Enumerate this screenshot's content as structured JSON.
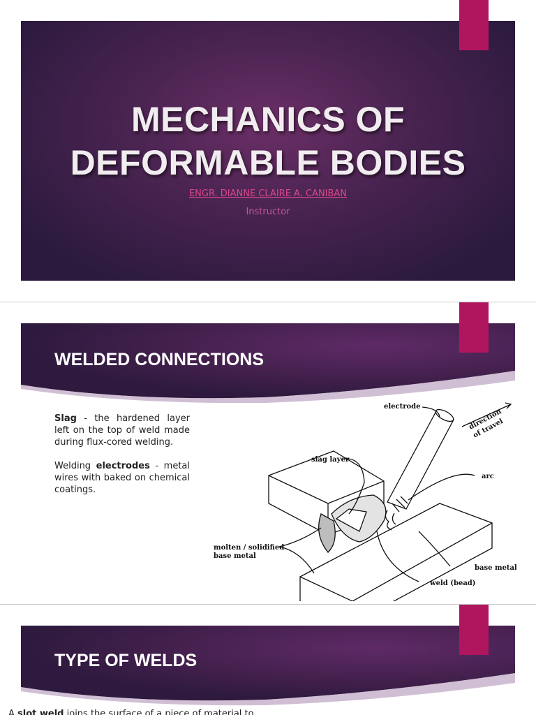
{
  "slide1": {
    "title_line1": "MECHANICS OF",
    "title_line2": "DEFORMABLE BODIES",
    "author": "ENGR. DIANNE CLAIRE A. CANIBAN",
    "role": "Instructor"
  },
  "slide2": {
    "heading": "WELDED CONNECTIONS",
    "para1": {
      "term": "Slag",
      "rest": " - the hardened layer left on the top of weld made during flux-cored welding."
    },
    "para2": {
      "lead": "Welding ",
      "term": "electrodes",
      "rest": " - metal wires with baked on chemical coatings."
    },
    "diagram_labels": {
      "electrode": "electrode",
      "direction1": "direction",
      "direction2": "of travel",
      "slag": "slag layer",
      "arc": "arc",
      "molten1": "molten / solidified",
      "molten2": "base metal",
      "base": "base metal",
      "weld": "weld (bead)"
    }
  },
  "slide3": {
    "heading": "TYPE OF WELDS",
    "text_start": "A ",
    "term": "slot weld",
    "text_rest": " joins the surface of a piece of material to"
  },
  "colors": {
    "panel_purple": "#4b2452",
    "accent_magenta": "#b0165e",
    "author_pink": "#d9478a"
  }
}
